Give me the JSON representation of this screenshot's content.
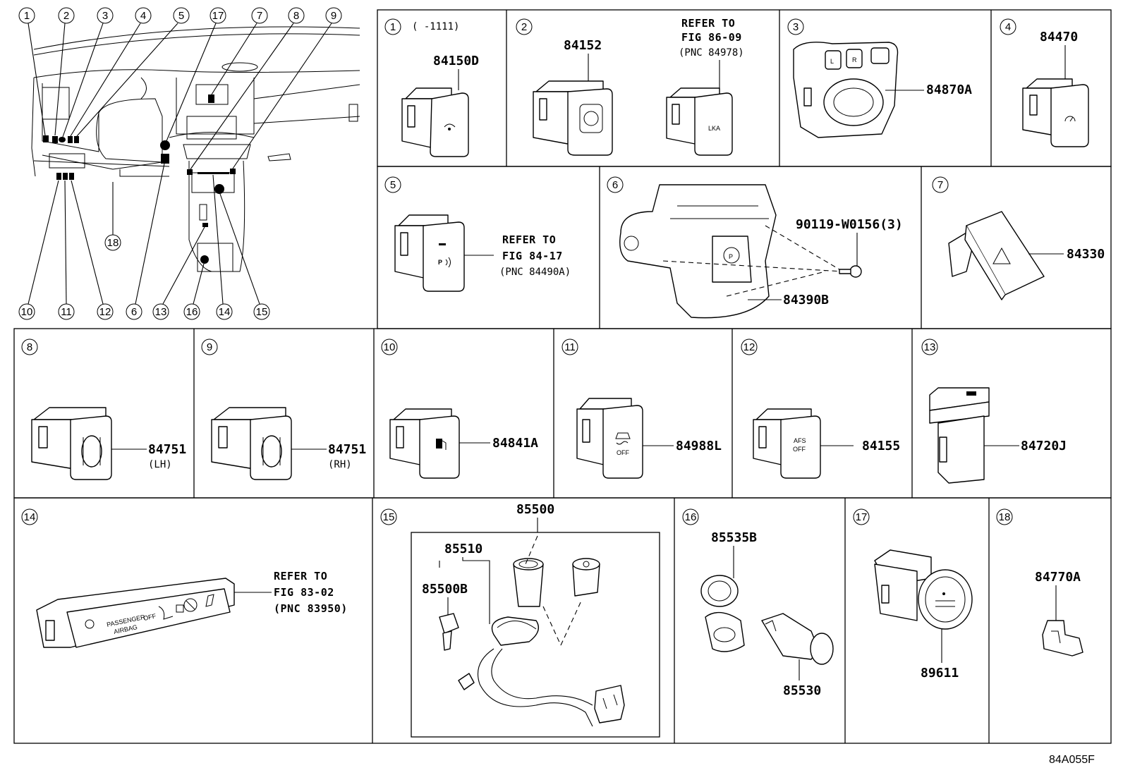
{
  "overview": {
    "callouts_top": [
      "1",
      "2",
      "3",
      "4",
      "5",
      "17",
      "7",
      "8",
      "9"
    ],
    "callouts_bottom": [
      "10",
      "11",
      "12",
      "6",
      "13",
      "16",
      "14",
      "15"
    ],
    "callout_mid": "18"
  },
  "panels": [
    {
      "id": "1",
      "qualifier": "(      -1111)",
      "parts": [
        "84150D"
      ]
    },
    {
      "id": "2",
      "parts": [
        "84152"
      ],
      "refer": [
        "REFER TO",
        "FIG 86-09",
        "(PNC 84978)"
      ],
      "switch_text": "LKA"
    },
    {
      "id": "3",
      "parts": [
        "84870A"
      ],
      "switch_text": [
        "L",
        "R"
      ]
    },
    {
      "id": "4",
      "parts": [
        "84470"
      ]
    },
    {
      "id": "5",
      "refer": [
        "REFER TO",
        "FIG 84-17",
        "(PNC 84490A)"
      ]
    },
    {
      "id": "6",
      "parts": [
        "90119-W0156(3)",
        "84390B"
      ]
    },
    {
      "id": "7",
      "parts": [
        "84330"
      ]
    },
    {
      "id": "8",
      "parts": [
        "84751"
      ],
      "side": "(LH)"
    },
    {
      "id": "9",
      "parts": [
        "84751"
      ],
      "side": "(RH)"
    },
    {
      "id": "10",
      "parts": [
        "84841A"
      ]
    },
    {
      "id": "11",
      "parts": [
        "84988L"
      ],
      "switch_text": "OFF"
    },
    {
      "id": "12",
      "parts": [
        "84155"
      ],
      "switch_text": [
        "AFS",
        "OFF"
      ]
    },
    {
      "id": "13",
      "parts": [
        "84720J"
      ]
    },
    {
      "id": "14",
      "refer": [
        "REFER TO",
        "FIG 83-02",
        "(PNC 83950)"
      ],
      "switch_text": [
        "PASSENGER",
        "AIRBAG",
        "OFF"
      ]
    },
    {
      "id": "15",
      "parts": [
        "85500",
        "85510",
        "85500B"
      ]
    },
    {
      "id": "16",
      "parts": [
        "85535B",
        "85530"
      ]
    },
    {
      "id": "17",
      "parts": [
        "89611"
      ]
    },
    {
      "id": "18",
      "parts": [
        "84770A"
      ]
    }
  ],
  "figure_code": "84A055F",
  "icons": [
    "wiper-switch-icon",
    "mirror-switch-icon",
    "cruise-icon",
    "parking-sensor-icon",
    "parking-brake-icon",
    "hazard-triangle-icon",
    "seat-heater-icon",
    "fuel-door-icon",
    "vsc-off-icon",
    "start-stop-button-icon",
    "power-outlet-icon",
    "cigarette-lighter-icon",
    "usb-port-icon"
  ]
}
